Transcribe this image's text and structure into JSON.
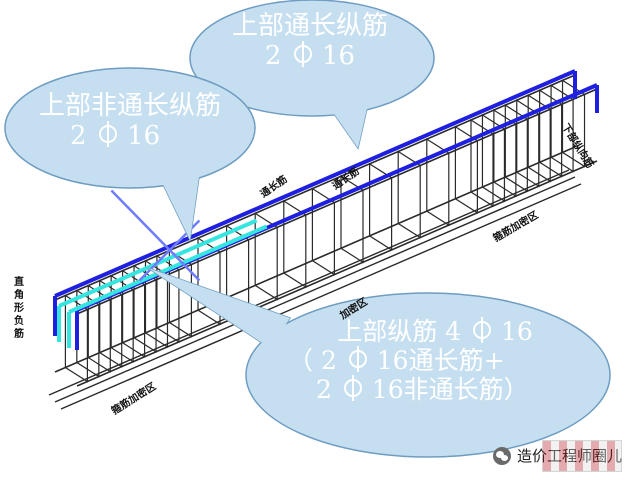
{
  "callouts": {
    "top": {
      "title": "上部通长纵筋",
      "count": "2",
      "diameter": "16"
    },
    "left": {
      "title": "上部非通长纵筋",
      "count": "2",
      "diameter": "16"
    },
    "bottom": {
      "line1_title": "上部纵筋",
      "line1_count": "4",
      "line1_diameter": "16",
      "line2_open": "（",
      "line2_count": "2",
      "line2_diameter": "16",
      "line2_suffix": "通长筋+",
      "line3_count": "2",
      "line3_diameter": "16",
      "line3_suffix": "非通长筋）"
    }
  },
  "labels": {
    "continuous_bar_1": "通长筋",
    "continuous_bar_2": "通长筋",
    "bottom_longitudinal": "下部纵向筋",
    "stirrup_dense_right": "箍筋加密区",
    "stirrup_dense_left": "箍筋加密区",
    "middle_area": "加密区",
    "corner_negative_bar": "直角形负筋"
  },
  "watermark": {
    "text": "造价工程师圈儿"
  },
  "colors": {
    "bubble_fill": "#c5dff0",
    "bubble_edge": "#6e9cc2",
    "bubble_text": "#ffffff",
    "continuous_rebar": "#1f1fe0",
    "non_continuous_rebar": "#35e5e0",
    "cage_lines": "#2a2a2a",
    "cross_mark": "#6e7cff"
  }
}
